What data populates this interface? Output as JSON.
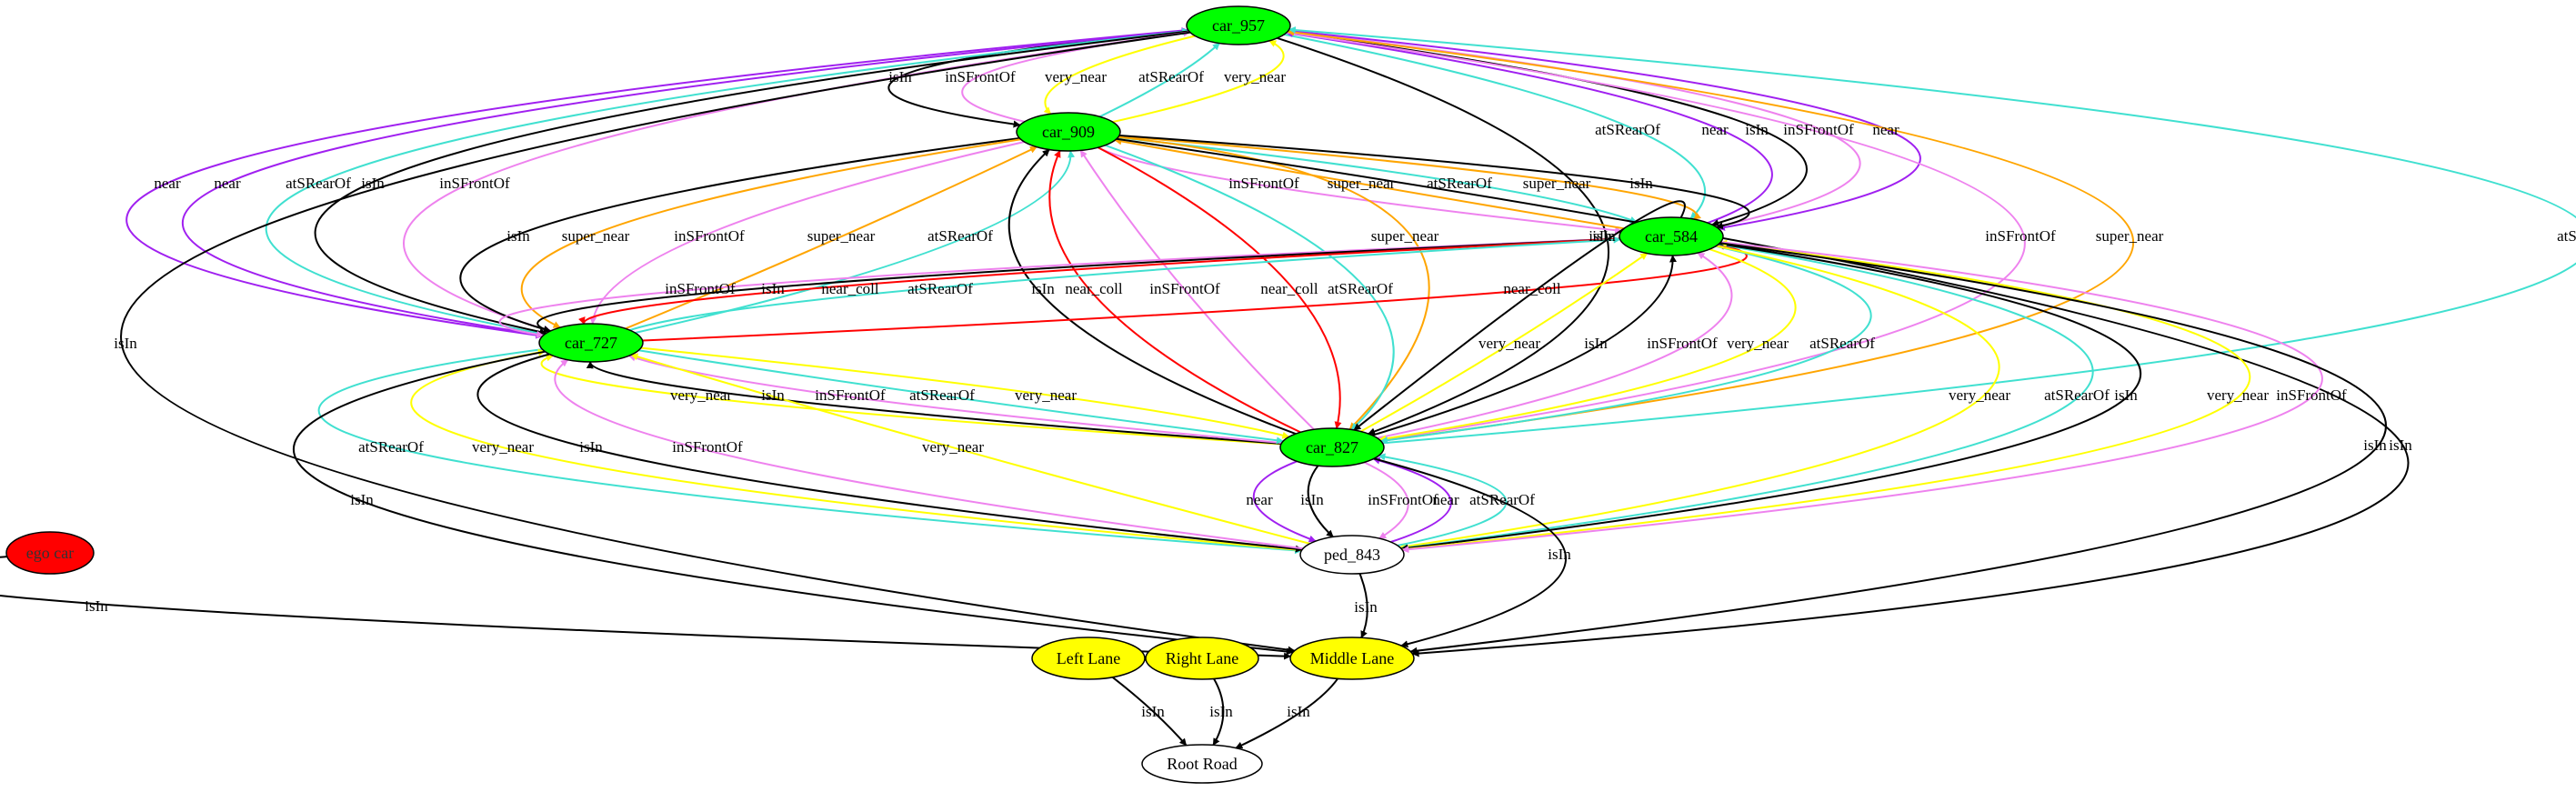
{
  "colors": {
    "ego": "#ff0000",
    "car": "#00ff00",
    "lane": "#ffff00",
    "plain": "#ffffff",
    "isIn": "#000000",
    "near": "#a020f0",
    "inSFrontOf": "#ee82ee",
    "atSRearOf": "#40e0d0",
    "very_near": "#ffff00",
    "super_near": "#ffa500",
    "near_coll": "#ff0000"
  },
  "nodes": {
    "car_957": {
      "label": "car_957",
      "kind": "car"
    },
    "car_909": {
      "label": "car_909",
      "kind": "car"
    },
    "car_584": {
      "label": "car_584",
      "kind": "car"
    },
    "car_727": {
      "label": "car_727",
      "kind": "car"
    },
    "car_827": {
      "label": "car_827",
      "kind": "car"
    },
    "ped_843": {
      "label": "ped_843",
      "kind": "plain"
    },
    "ego_car": {
      "label": "ego car",
      "kind": "ego"
    },
    "middle_lane": {
      "label": "Middle Lane",
      "kind": "lane"
    },
    "left_lane": {
      "label": "Left Lane",
      "kind": "lane"
    },
    "right_lane": {
      "label": "Right Lane",
      "kind": "lane"
    },
    "root_road": {
      "label": "Root Road",
      "kind": "plain"
    }
  },
  "edges": [
    {
      "from": "car_957",
      "to": "car_909",
      "rel": "isIn"
    },
    {
      "from": "car_909",
      "to": "car_957",
      "rel": "inSFrontOf"
    },
    {
      "from": "car_957",
      "to": "car_909",
      "rel": "very_near"
    },
    {
      "from": "car_909",
      "to": "car_957",
      "rel": "atSRearOf"
    },
    {
      "from": "car_909",
      "to": "car_957",
      "rel": "very_near"
    },
    {
      "from": "car_957",
      "to": "car_584",
      "rel": "atSRearOf"
    },
    {
      "from": "car_584",
      "to": "car_957",
      "rel": "near"
    },
    {
      "from": "car_957",
      "to": "car_584",
      "rel": "isIn"
    },
    {
      "from": "car_584",
      "to": "car_957",
      "rel": "inSFrontOf"
    },
    {
      "from": "car_957",
      "to": "car_584",
      "rel": "near"
    },
    {
      "from": "car_957",
      "to": "car_727",
      "rel": "near"
    },
    {
      "from": "car_727",
      "to": "car_957",
      "rel": "near"
    },
    {
      "from": "car_727",
      "to": "car_957",
      "rel": "atSRearOf"
    },
    {
      "from": "car_957",
      "to": "car_727",
      "rel": "isIn"
    },
    {
      "from": "car_957",
      "to": "car_727",
      "rel": "inSFrontOf"
    },
    {
      "from": "car_957",
      "to": "middle_lane",
      "rel": "isIn"
    },
    {
      "from": "car_957",
      "to": "car_827",
      "rel": "inSFrontOf"
    },
    {
      "from": "car_827",
      "to": "car_957",
      "rel": "super_near"
    },
    {
      "from": "car_827",
      "to": "car_957",
      "rel": "atSRearOf"
    },
    {
      "from": "car_957",
      "to": "car_827",
      "rel": "isIn"
    },
    {
      "from": "car_909",
      "to": "car_727",
      "rel": "isIn"
    },
    {
      "from": "car_909",
      "to": "car_727",
      "rel": "super_near"
    },
    {
      "from": "car_909",
      "to": "car_727",
      "rel": "inSFrontOf"
    },
    {
      "from": "car_727",
      "to": "car_909",
      "rel": "super_near"
    },
    {
      "from": "car_727",
      "to": "car_909",
      "rel": "atSRearOf"
    },
    {
      "from": "car_909",
      "to": "car_584",
      "rel": "inSFrontOf"
    },
    {
      "from": "car_584",
      "to": "car_909",
      "rel": "super_near"
    },
    {
      "from": "car_909",
      "to": "car_584",
      "rel": "atSRearOf"
    },
    {
      "from": "car_909",
      "to": "car_584",
      "rel": "super_near"
    },
    {
      "from": "car_909",
      "to": "car_584",
      "rel": "isIn"
    },
    {
      "from": "car_909",
      "to": "car_827",
      "rel": "super_near"
    },
    {
      "from": "car_909",
      "to": "middle_lane",
      "rel": "isIn"
    },
    {
      "from": "car_827",
      "to": "car_909",
      "rel": "isIn"
    },
    {
      "from": "car_827",
      "to": "car_909",
      "rel": "near_coll"
    },
    {
      "from": "car_827",
      "to": "car_909",
      "rel": "inSFrontOf"
    },
    {
      "from": "car_909",
      "to": "car_827",
      "rel": "near_coll"
    },
    {
      "from": "car_909",
      "to": "car_827",
      "rel": "atSRearOf"
    },
    {
      "from": "car_584",
      "to": "car_727",
      "rel": "inSFrontOf"
    },
    {
      "from": "car_584",
      "to": "car_727",
      "rel": "isIn"
    },
    {
      "from": "car_584",
      "to": "car_727",
      "rel": "near_coll"
    },
    {
      "from": "car_727",
      "to": "car_584",
      "rel": "atSRearOf"
    },
    {
      "from": "car_727",
      "to": "car_584",
      "rel": "near_coll"
    },
    {
      "from": "car_584",
      "to": "car_827",
      "rel": "isIn"
    },
    {
      "from": "car_827",
      "to": "car_584",
      "rel": "very_near"
    },
    {
      "from": "car_827",
      "to": "car_584",
      "rel": "isIn"
    },
    {
      "from": "car_827",
      "to": "car_584",
      "rel": "inSFrontOf"
    },
    {
      "from": "car_584",
      "to": "car_827",
      "rel": "very_near"
    },
    {
      "from": "car_584",
      "to": "car_827",
      "rel": "atSRearOf"
    },
    {
      "from": "car_584",
      "to": "ped_843",
      "rel": "very_near"
    },
    {
      "from": "car_584",
      "to": "ped_843",
      "rel": "atSRearOf"
    },
    {
      "from": "car_584",
      "to": "ped_843",
      "rel": "isIn"
    },
    {
      "from": "ped_843",
      "to": "car_584",
      "rel": "very_near"
    },
    {
      "from": "car_584",
      "to": "ped_843",
      "rel": "inSFrontOf"
    },
    {
      "from": "car_584",
      "to": "middle_lane",
      "rel": "isIn"
    },
    {
      "from": "car_827",
      "to": "car_727",
      "rel": "very_near"
    },
    {
      "from": "car_827",
      "to": "car_727",
      "rel": "isIn"
    },
    {
      "from": "car_827",
      "to": "car_727",
      "rel": "inSFrontOf"
    },
    {
      "from": "car_727",
      "to": "car_827",
      "rel": "atSRearOf"
    },
    {
      "from": "car_727",
      "to": "car_827",
      "rel": "very_near"
    },
    {
      "from": "ped_843",
      "to": "car_727",
      "rel": "very_near"
    },
    {
      "from": "car_727",
      "to": "ped_843",
      "rel": "atSRearOf"
    },
    {
      "from": "ped_843",
      "to": "car_727",
      "rel": "very_near"
    },
    {
      "from": "car_727",
      "to": "ped_843",
      "rel": "isIn"
    },
    {
      "from": "ped_843",
      "to": "car_727",
      "rel": "inSFrontOf"
    },
    {
      "from": "car_727",
      "to": "middle_lane",
      "rel": "isIn"
    },
    {
      "from": "car_827",
      "to": "ped_843",
      "rel": "near"
    },
    {
      "from": "car_827",
      "to": "ped_843",
      "rel": "isIn"
    },
    {
      "from": "car_827",
      "to": "ped_843",
      "rel": "inSFrontOf"
    },
    {
      "from": "ped_843",
      "to": "car_827",
      "rel": "near"
    },
    {
      "from": "ped_843",
      "to": "car_827",
      "rel": "atSRearOf"
    },
    {
      "from": "car_827",
      "to": "middle_lane",
      "rel": "isIn"
    },
    {
      "from": "ped_843",
      "to": "middle_lane",
      "rel": "isIn"
    },
    {
      "from": "ego_car",
      "to": "middle_lane",
      "rel": "isIn"
    },
    {
      "from": "left_lane",
      "to": "root_road",
      "rel": "isIn"
    },
    {
      "from": "right_lane",
      "to": "root_road",
      "rel": "isIn"
    },
    {
      "from": "middle_lane",
      "to": "root_road",
      "rel": "isIn"
    }
  ]
}
